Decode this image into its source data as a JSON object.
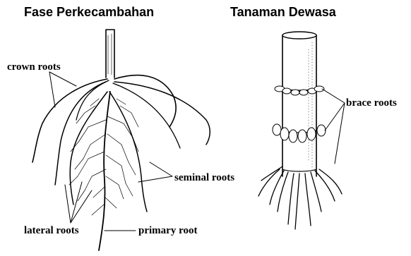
{
  "panels": {
    "left_title": "Fase Perkecambahan",
    "right_title": "Tanaman Dewasa"
  },
  "labels": {
    "crown_roots": "crown roots",
    "seminal_roots": "seminal roots",
    "lateral_roots": "lateral roots",
    "primary_root": "primary root",
    "brace_roots": "brace roots"
  },
  "colors": {
    "ink": "#000000",
    "background": "#ffffff"
  }
}
